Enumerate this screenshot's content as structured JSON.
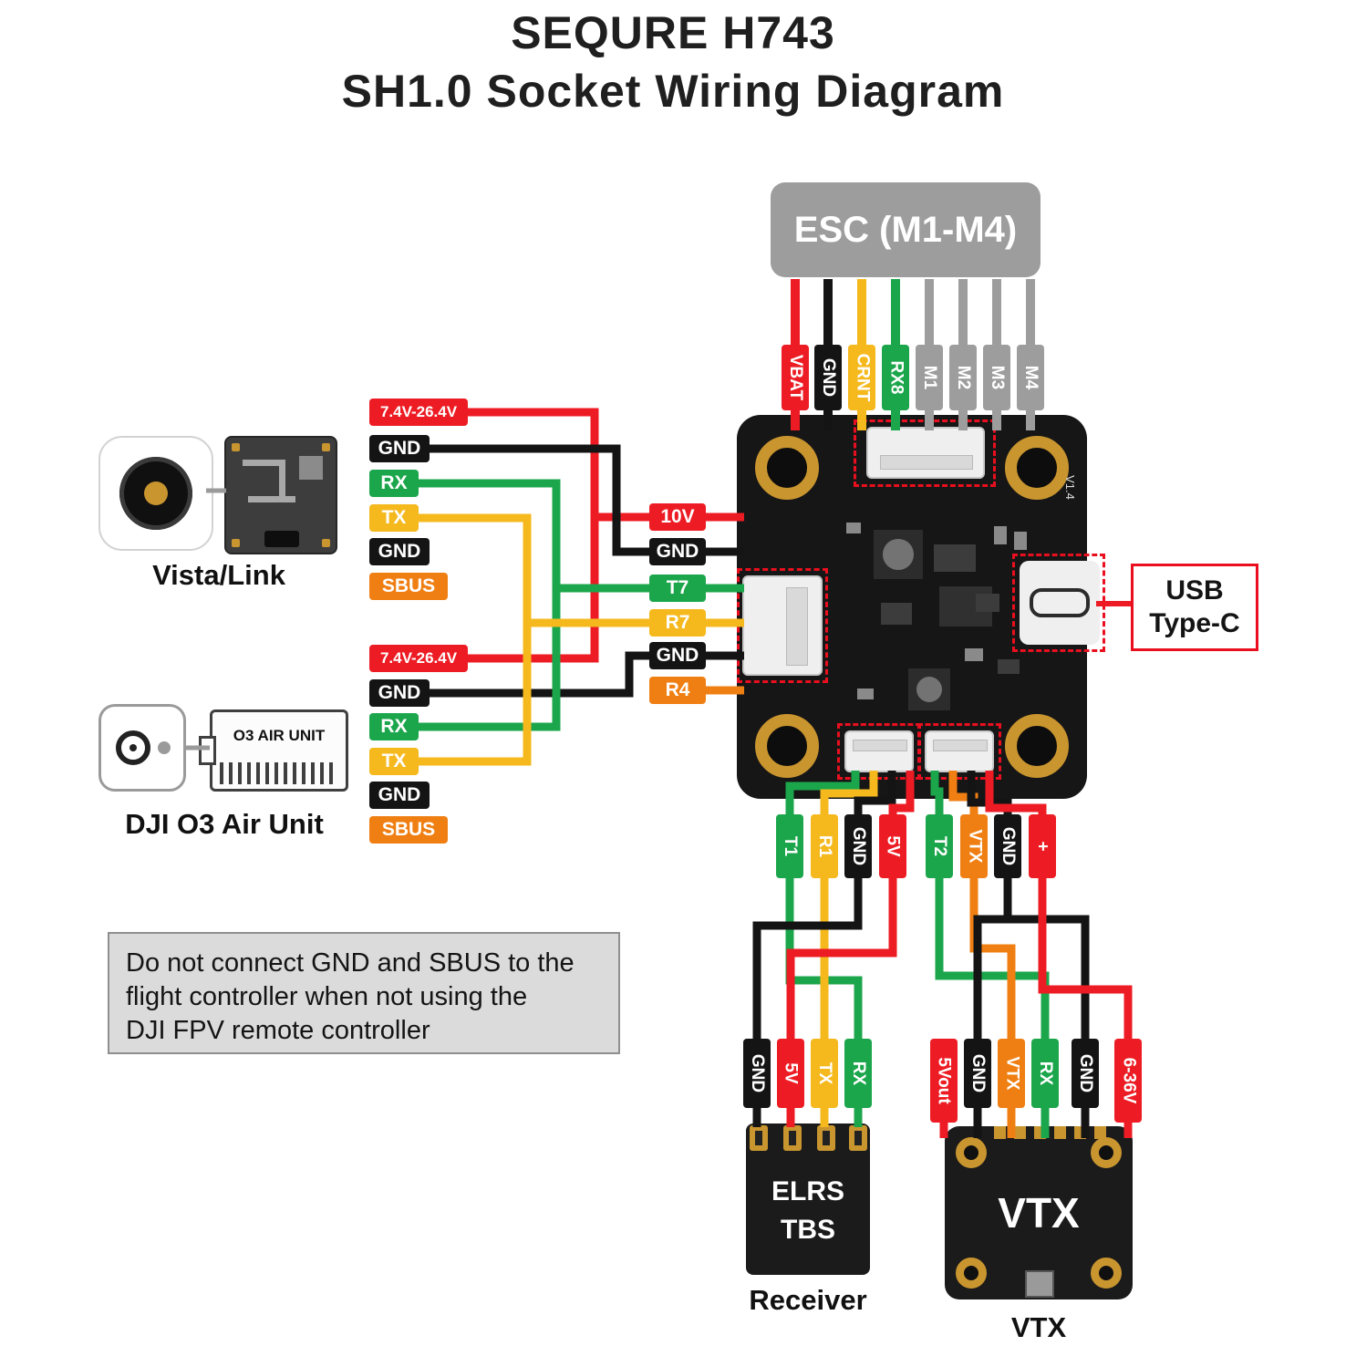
{
  "colors": {
    "red": "#ed1c24",
    "black": "#141414",
    "yellow": "#f5b91e",
    "green": "#1ca64c",
    "orange": "#f07f13",
    "gray": "#9d9d9d",
    "gold": "#c9952f"
  },
  "title": {
    "line1": "SEQURE H743",
    "line2": "SH1.0 Socket Wiring Diagram"
  },
  "esc": {
    "label": "ESC (M1-M4)",
    "pins": [
      {
        "label": "VBAT",
        "color": "red"
      },
      {
        "label": "GND",
        "color": "black"
      },
      {
        "label": "CRNT",
        "color": "yellow"
      },
      {
        "label": "RX8",
        "color": "green"
      },
      {
        "label": "M1",
        "color": "gray"
      },
      {
        "label": "M2",
        "color": "gray"
      },
      {
        "label": "M3",
        "color": "gray"
      },
      {
        "label": "M4",
        "color": "gray"
      }
    ]
  },
  "vista": {
    "caption": "Vista/Link",
    "pins": [
      {
        "label": "7.4V-26.4V",
        "color": "red"
      },
      {
        "label": "GND",
        "color": "black"
      },
      {
        "label": "RX",
        "color": "green"
      },
      {
        "label": "TX",
        "color": "yellow"
      },
      {
        "label": "GND",
        "color": "black"
      },
      {
        "label": "SBUS",
        "color": "orange"
      }
    ]
  },
  "o3": {
    "caption": "DJI O3 Air Unit",
    "module_label": "O3 AIR UNIT",
    "pins": [
      {
        "label": "7.4V-26.4V",
        "color": "red"
      },
      {
        "label": "GND",
        "color": "black"
      },
      {
        "label": "RX",
        "color": "green"
      },
      {
        "label": "TX",
        "color": "yellow"
      },
      {
        "label": "GND",
        "color": "black"
      },
      {
        "label": "SBUS",
        "color": "orange"
      }
    ]
  },
  "fc": {
    "version": "V1.4",
    "left_pins": [
      {
        "label": "10V",
        "color": "red"
      },
      {
        "label": "GND",
        "color": "black"
      },
      {
        "label": "T7",
        "color": "green"
      },
      {
        "label": "R7",
        "color": "yellow"
      },
      {
        "label": "GND",
        "color": "black"
      },
      {
        "label": "R4",
        "color": "orange"
      }
    ]
  },
  "usb": {
    "line1": "USB",
    "line2": "Type-C"
  },
  "receiver_conn": {
    "fc_pins": [
      {
        "label": "T1",
        "color": "green"
      },
      {
        "label": "R1",
        "color": "yellow"
      },
      {
        "label": "GND",
        "color": "black"
      },
      {
        "label": "5V",
        "color": "red"
      }
    ],
    "device_pins": [
      {
        "label": "GND",
        "color": "black"
      },
      {
        "label": "5V",
        "color": "red"
      },
      {
        "label": "TX",
        "color": "yellow"
      },
      {
        "label": "RX",
        "color": "green"
      }
    ]
  },
  "vtx_conn": {
    "fc_pins": [
      {
        "label": "T2",
        "color": "green"
      },
      {
        "label": "VTX",
        "color": "orange"
      },
      {
        "label": "GND",
        "color": "black"
      },
      {
        "label": "+",
        "color": "red"
      }
    ],
    "device_pins": [
      {
        "label": "5Vout",
        "color": "red"
      },
      {
        "label": "GND",
        "color": "black"
      },
      {
        "label": "VTX",
        "color": "orange"
      },
      {
        "label": "RX",
        "color": "green"
      },
      {
        "label": "GND",
        "color": "black"
      },
      {
        "label": "6-36V",
        "color": "red"
      }
    ]
  },
  "receiver": {
    "line1": "ELRS",
    "line2": "TBS",
    "caption": "Receiver"
  },
  "vtx_module": {
    "label": "VTX",
    "caption": "VTX"
  },
  "note": {
    "lines": [
      "Do not connect GND and SBUS to the",
      "flight controller when not using the",
      "DJI FPV remote controller"
    ]
  }
}
